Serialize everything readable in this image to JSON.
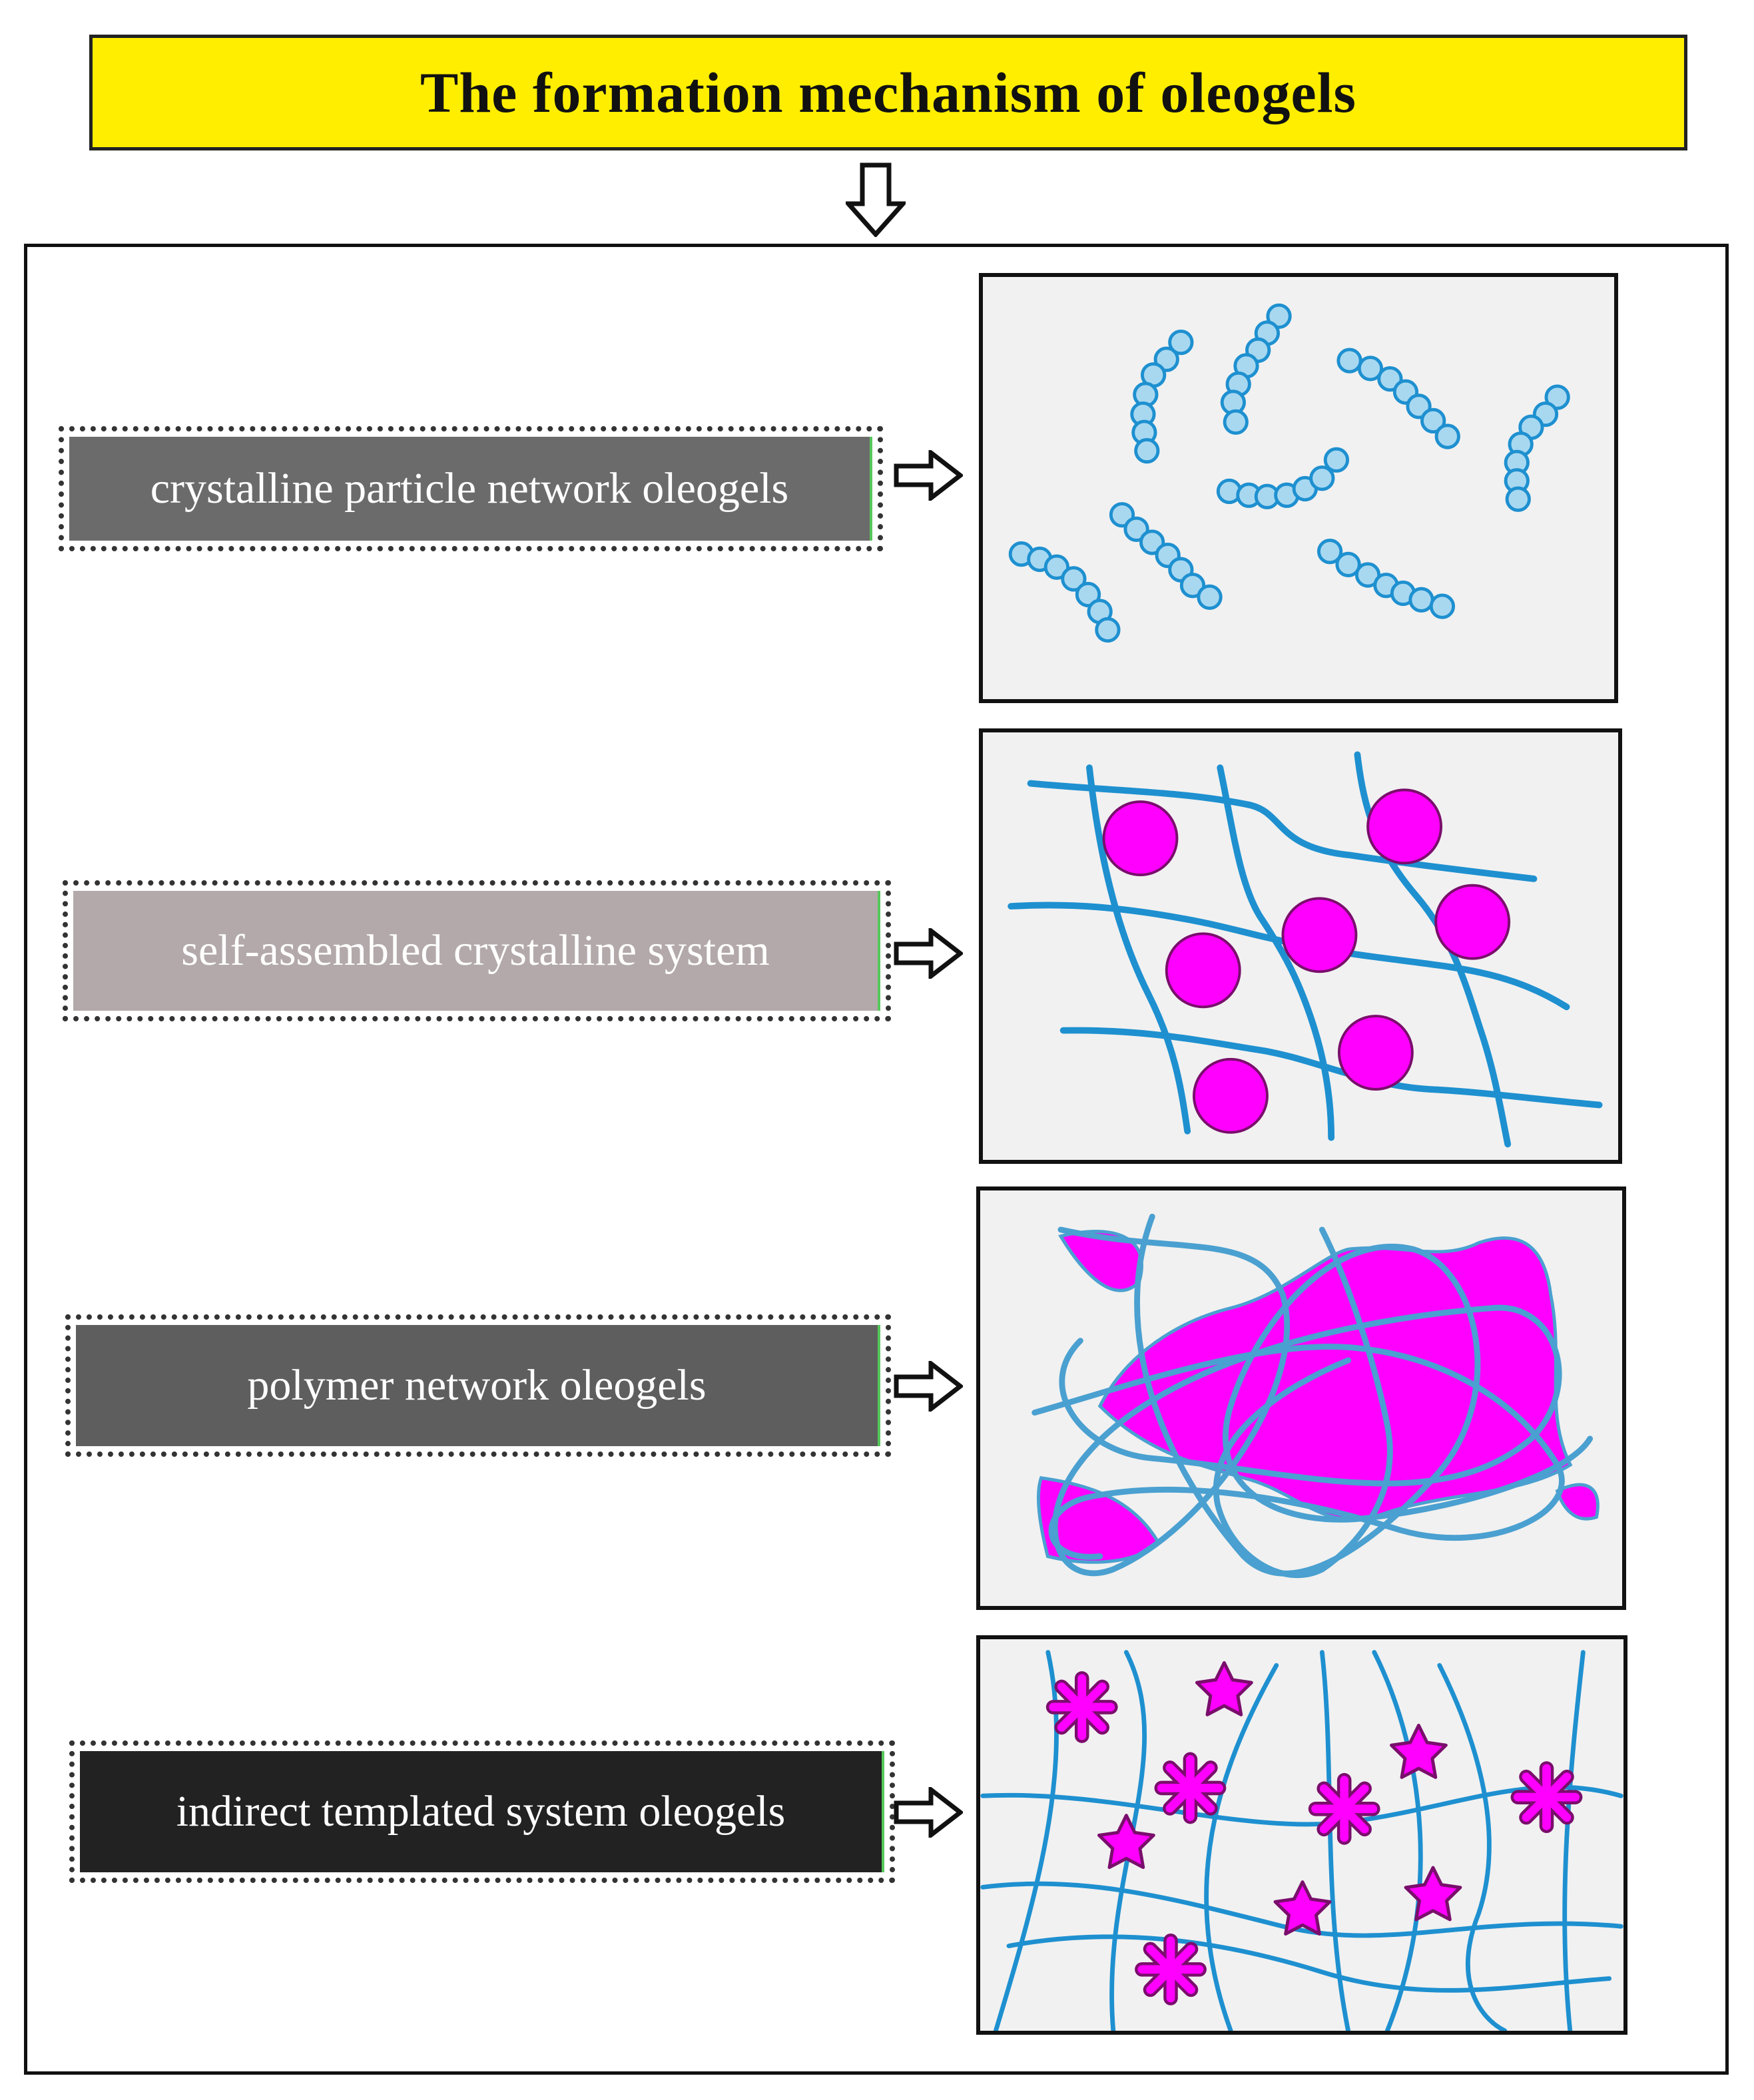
{
  "title": "The formation mechanism of oleogels",
  "colors": {
    "title_background": "#ffee00",
    "network_blue": "#1e90d0",
    "chain_fill": "#a8d8f0",
    "particle_magenta": "#ff00ff",
    "panel_background": "#f1f1f1"
  },
  "categories": [
    {
      "label": "crystalline particle network oleogels",
      "box_color": "#6b6b6b",
      "icon": "bead-chains-diagram"
    },
    {
      "label": "self-assembled crystalline system",
      "box_color": "#b3a9aa",
      "icon": "fiber-grid-with-spheres-diagram"
    },
    {
      "label": "polymer network oleogels",
      "box_color": "#5e5e5e",
      "icon": "tangled-polymer-diagram"
    },
    {
      "label": "indirect templated system oleogels",
      "box_color": "#222222",
      "icon": "fiber-mesh-with-stars-diagram"
    }
  ]
}
